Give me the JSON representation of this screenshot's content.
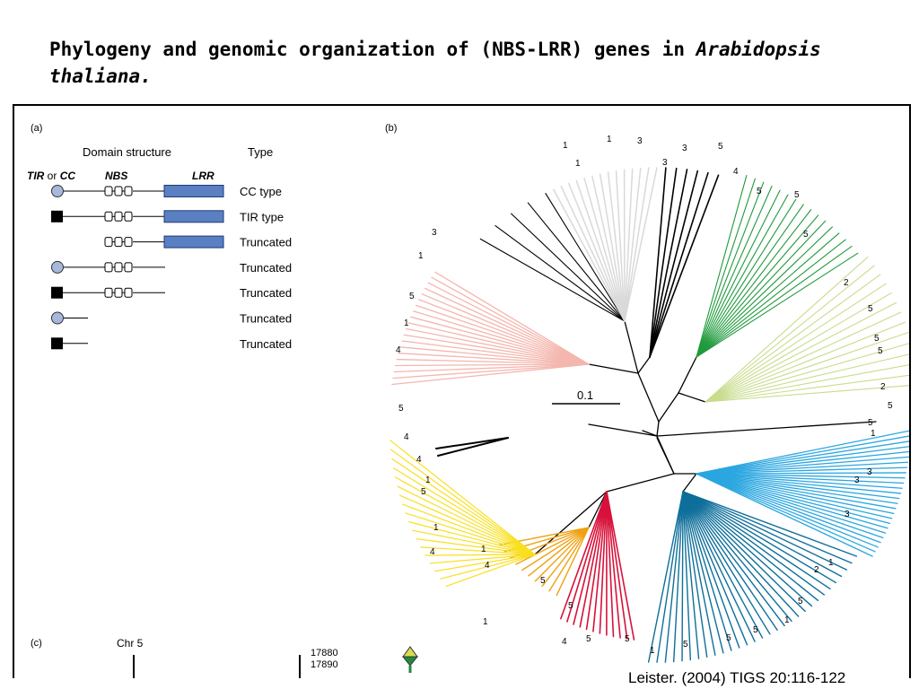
{
  "title": {
    "text_plain": "Phylogeny and genomic organization of (NBS-LRR) genes in ",
    "text_italic": "Arabidopsis thaliana."
  },
  "citation": "Leister. (2004) TIGS 20:116-122",
  "panel_a": {
    "label": "(a)",
    "header_domain": "Domain structure",
    "header_type": "Type",
    "col_tir": "TIR",
    "col_or": " or ",
    "col_cc": "CC",
    "col_nbs": "NBS",
    "col_lrr": "LRR",
    "rows": [
      {
        "type": "CC type"
      },
      {
        "type": "TIR type"
      },
      {
        "type": "Truncated"
      },
      {
        "type": "Truncated"
      },
      {
        "type": "Truncated"
      },
      {
        "type": "Truncated"
      },
      {
        "type": "Truncated"
      }
    ]
  },
  "panel_b": {
    "label": "(b)",
    "scale_label": "0.1",
    "colors": {
      "pink": "#f4b6ae",
      "grey": "#d9d9d9",
      "black": "#000000",
      "green": "#1f9a3c",
      "lightgreen": "#c8dc8c",
      "lightblue": "#2aa6e0",
      "teal": "#0e6f9a",
      "red": "#d8113a",
      "orange": "#f0a010",
      "yellow": "#f8e020"
    }
  },
  "panel_c": {
    "label": "(c)",
    "chr_label": "Chr 5",
    "coord1": "17880",
    "coord2": "17890"
  }
}
